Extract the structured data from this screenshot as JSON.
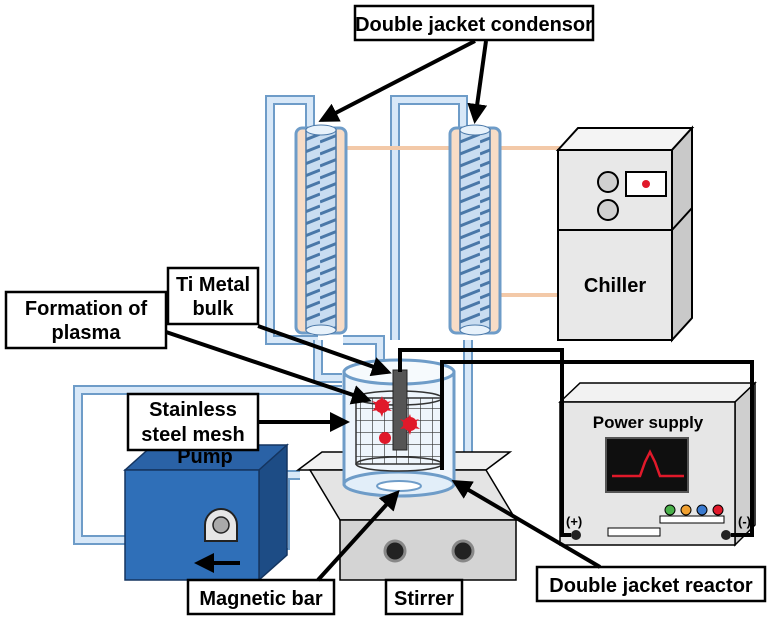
{
  "labels": {
    "condenser": "Double jacket condensor",
    "ti_metal": [
      "Ti Metal",
      "bulk"
    ],
    "plasma": [
      "Formation of",
      "plasma"
    ],
    "mesh": [
      "Stainless",
      "steel mesh"
    ],
    "pump": "Pump",
    "chiller": "Chiller",
    "power_supply": "Power supply",
    "power_plus": "(+)",
    "power_minus": "(-)",
    "magnetic_bar": "Magnetic bar",
    "stirrer": "Stirrer",
    "reactor": "Double jacket reactor"
  },
  "colors": {
    "tube": "#6e9cc8",
    "tube_fill": "#d8e8f8",
    "condenser_jacket": "#f7dcc6",
    "chiller_body": "#e8e8e8",
    "pump_body": "#2f6fb8",
    "plasma": "#e0192a",
    "power_signal": "#e0192a"
  }
}
